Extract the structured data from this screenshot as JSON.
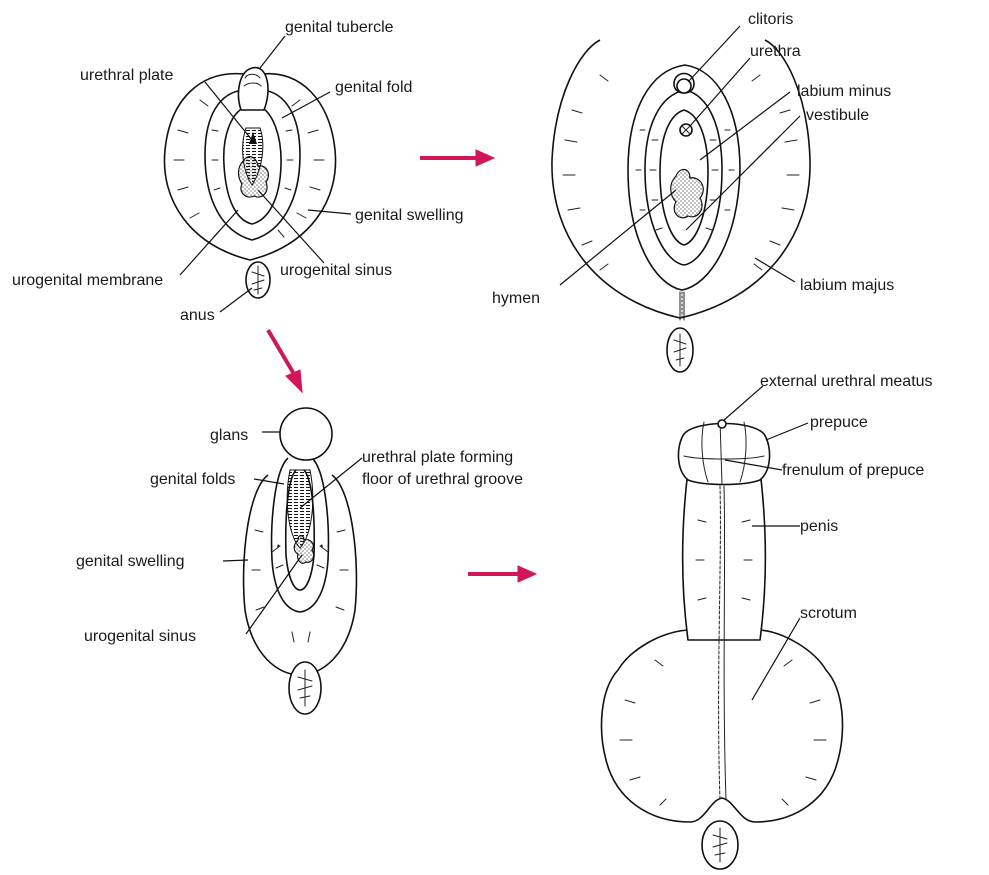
{
  "colors": {
    "arrow": "#d0175a",
    "ink": "#111111",
    "background": "#ffffff"
  },
  "labels": {
    "indifferent": {
      "genital_tubercle": "genital tubercle",
      "urethral_plate": "urethral plate",
      "genital_fold": "genital fold",
      "genital_swelling": "genital swelling",
      "urogenital_membrane": "urogenital membrane",
      "urogenital_sinus": "urogenital sinus",
      "anus": "anus"
    },
    "female": {
      "clitoris": "clitoris",
      "urethra": "urethra",
      "labium_minus": "labium minus",
      "vestibule": "vestibule",
      "hymen": "hymen",
      "labium_majus": "labium majus"
    },
    "intermediate": {
      "glans": "glans",
      "genital_folds": "genital folds",
      "urethral_plate_line1": "urethral plate forming",
      "urethral_plate_line2": "floor of urethral groove",
      "genital_swelling": "genital swelling",
      "urogenital_sinus": "urogenital sinus"
    },
    "male": {
      "external_urethral_meatus": "external urethral meatus",
      "prepuce": "prepuce",
      "frenulum_of_prepuce": "frenulum of prepuce",
      "penis": "penis",
      "scrotum": "scrotum"
    }
  }
}
